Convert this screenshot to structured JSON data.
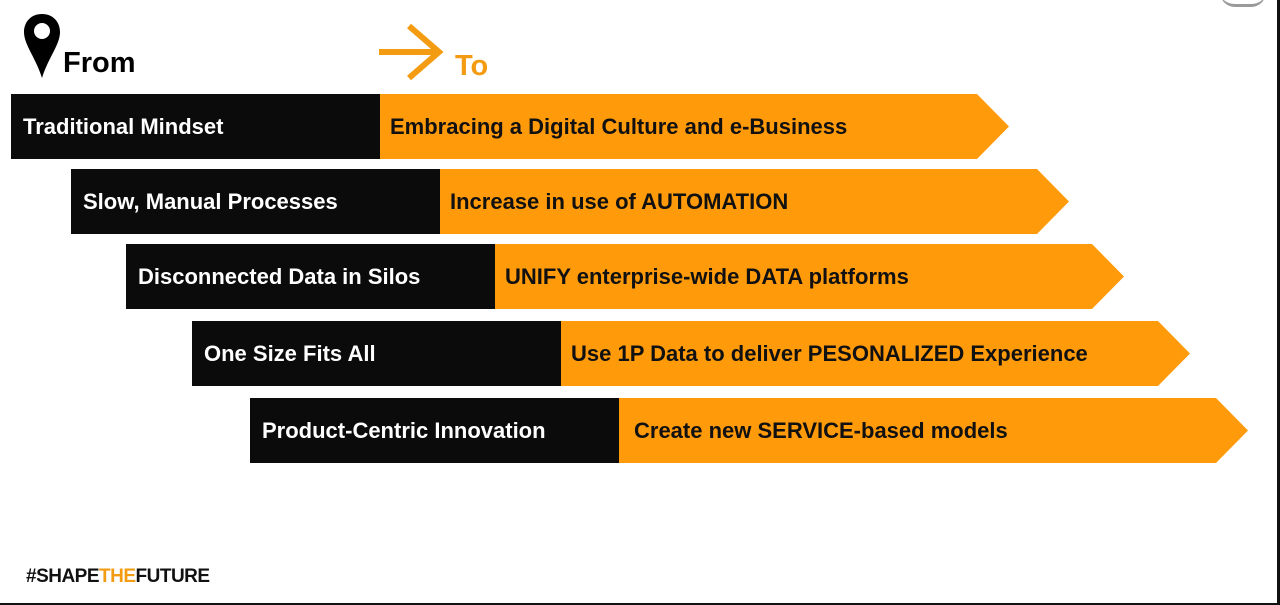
{
  "header": {
    "from_label": "From",
    "to_label": "To"
  },
  "rows": [
    {
      "from": "Traditional Mindset",
      "to": "Embracing a Digital Culture and e-Business"
    },
    {
      "from": "Slow, Manual Processes",
      "to": "Increase in use of AUTOMATION"
    },
    {
      "from": "Disconnected Data in Silos",
      "to": "UNIFY enterprise-wide DATA platforms"
    },
    {
      "from": "One Size Fits All",
      "to": "Use 1P Data to deliver PESONALIZED Experience"
    },
    {
      "from": "Product-Centric Innovation",
      "to": "Create new SERVICE-based models"
    }
  ],
  "footer": {
    "hashtag_part1": "#SHAPE",
    "hashtag_part2": "THE",
    "hashtag_part3": "FUTURE"
  },
  "colors": {
    "accent": "#ff9a0a",
    "dark": "#0b0b0b",
    "white": "#ffffff"
  },
  "icons": {
    "from": "map-pin-icon",
    "to": "right-arrow-icon"
  }
}
